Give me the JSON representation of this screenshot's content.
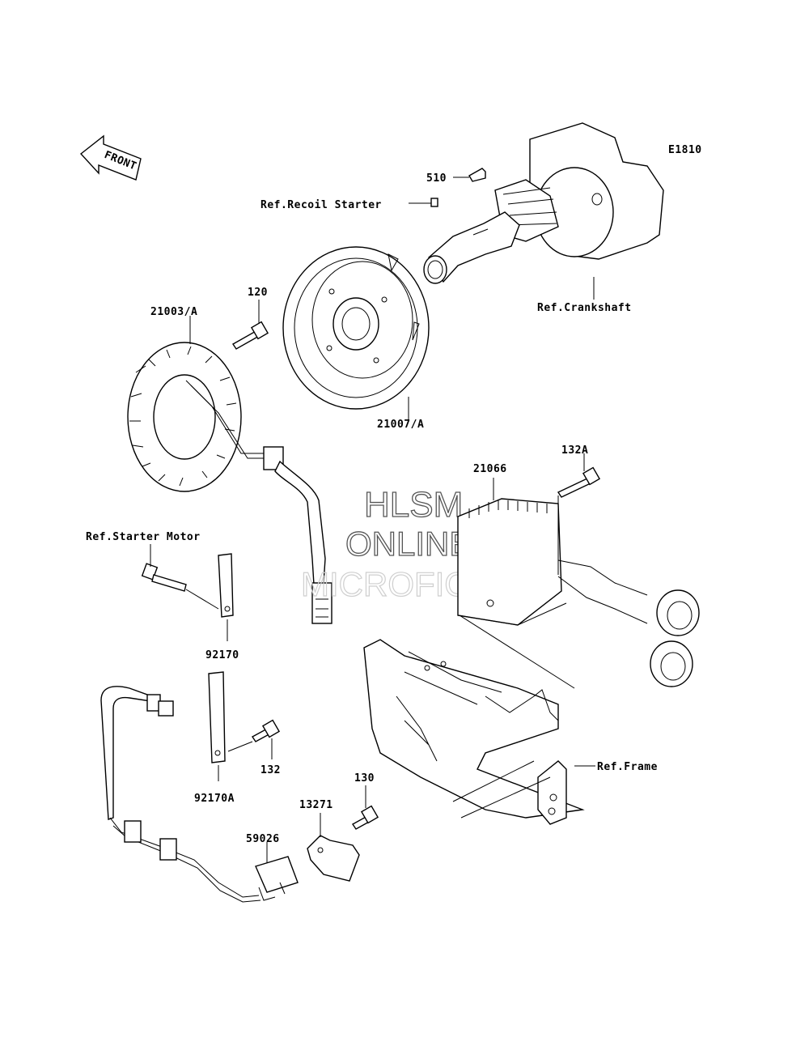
{
  "diagram_code": "E1810",
  "front_label": "FRONT",
  "watermark": {
    "line1": "HLSM",
    "line2": "ONLINE",
    "line3": "MICROFICHE"
  },
  "labels": {
    "p510": "510",
    "ref_recoil": "Ref.Recoil Starter",
    "p120": "120",
    "p21003a": "21003/A",
    "ref_crankshaft": "Ref.Crankshaft",
    "p21007a": "21007/A",
    "p21066": "21066",
    "p132a": "132A",
    "ref_starter_motor": "Ref.Starter Motor",
    "p92170": "92170",
    "p132": "132",
    "p92170a": "92170A",
    "ref_frame": "Ref.Frame",
    "p130": "130",
    "p13271": "13271",
    "p59026": "59026"
  }
}
